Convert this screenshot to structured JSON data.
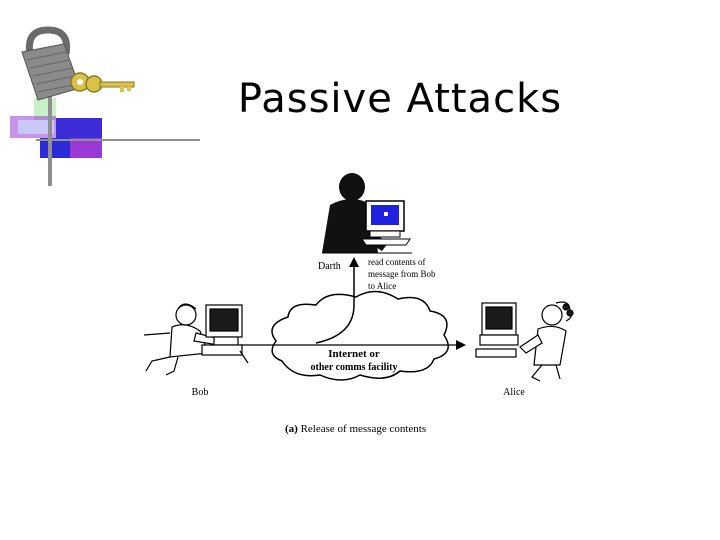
{
  "slide": {
    "title": "Passive Attacks"
  },
  "diagram": {
    "attacker_label": "Darth",
    "action_note_lines": [
      "read contents of",
      "message from Bob",
      "to Alice"
    ],
    "cloud_lines": [
      "Internet or",
      "other comms facility"
    ],
    "sender_label": "Bob",
    "receiver_label": "Alice",
    "caption_tag": "(a)",
    "caption_text": "Release of message contents"
  },
  "colors": {
    "lock_body": "#8a8a8a",
    "key": "#d8c24a",
    "square_blue": "#2a2ad6",
    "square_purple": "#9a3ad6",
    "square_light": "#c8c8f8",
    "square_green": "#c6f2c6",
    "screen_blue": "#2020e0"
  },
  "icons": [
    "padlock-icon",
    "key-icon",
    "computer-icon",
    "person-icon",
    "cloud-icon"
  ]
}
